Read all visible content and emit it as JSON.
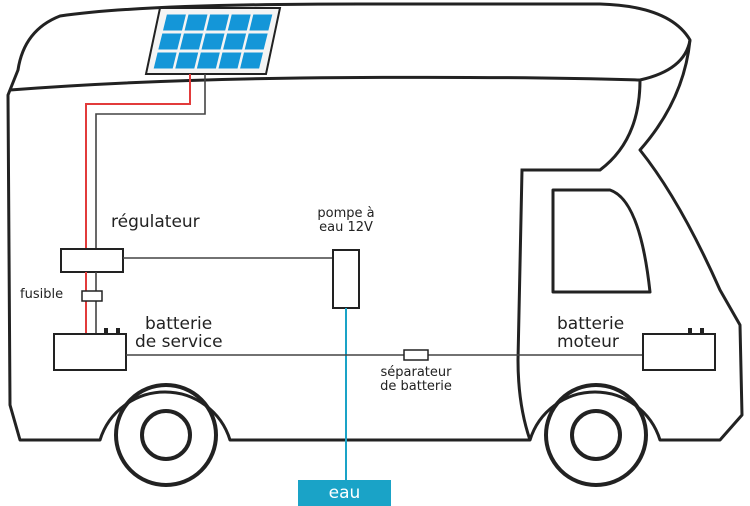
{
  "colors": {
    "outline": "#222222",
    "panel_fill": "#1496d8",
    "panel_frame": "#222222",
    "positive_wire": "#e23b3b",
    "water_line": "#1aa3c7",
    "eau_fill": "#1aa3c7"
  },
  "labels": {
    "regulator": "régulateur",
    "pump_line1": "pompe à",
    "pump_line2": "eau 12V",
    "fuse": "fusible",
    "service_battery_line1": "batterie",
    "service_battery_line2": "de service",
    "separator_line1": "séparateur",
    "separator_line2": "de batterie",
    "engine_battery_line1": "batterie",
    "engine_battery_line2": "moteur",
    "water": "eau"
  }
}
